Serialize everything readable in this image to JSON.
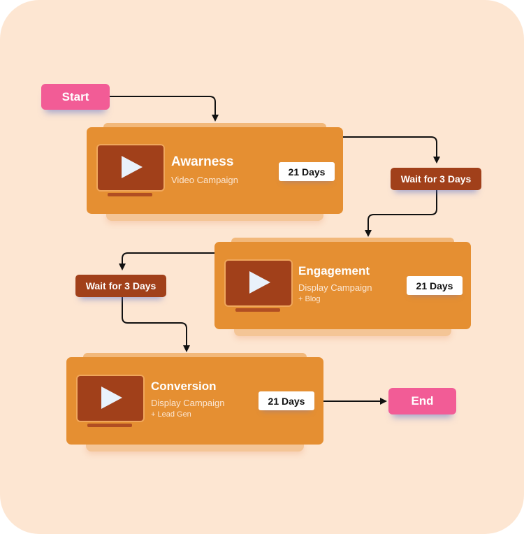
{
  "start_label": "Start",
  "end_label": "End",
  "waits": [
    {
      "label": "Wait for 3 Days"
    },
    {
      "label": "Wait for 3 Days"
    }
  ],
  "stages": [
    {
      "title": "Awarness",
      "subtitle": "Video Campaign",
      "detail": "",
      "duration": "21 Days",
      "icon": "play-icon"
    },
    {
      "title": "Engagement",
      "subtitle": "Display Campaign",
      "detail": "+ Blog",
      "duration": "21 Days",
      "icon": "play-icon"
    },
    {
      "title": "Conversion",
      "subtitle": "Display Campaign",
      "detail": "+ Lead Gen",
      "duration": "21 Days",
      "icon": "play-icon"
    }
  ],
  "colors": {
    "background": "#fde6d2",
    "stage": "#e58f32",
    "wait": "#a1401a",
    "terminal": "#f25c96"
  }
}
